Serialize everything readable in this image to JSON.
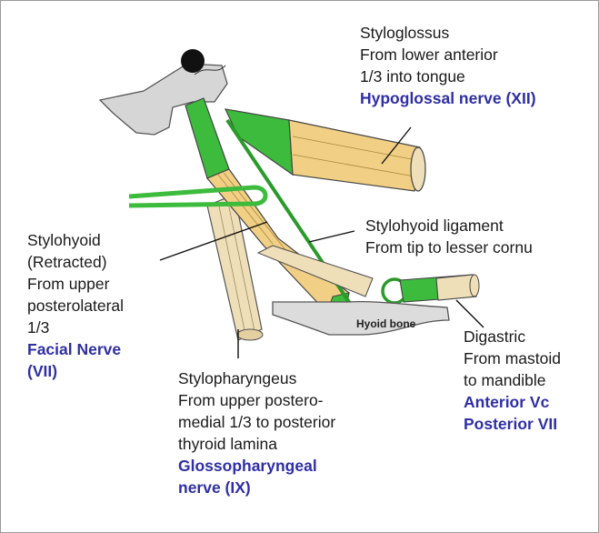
{
  "labels": {
    "styloglossus": {
      "lines": [
        "Styloglossus",
        "From lower anterior",
        "1/3 into tongue"
      ],
      "nerve": "Hypoglossal nerve (XII)"
    },
    "stylohyoid_ligament": {
      "lines": [
        "Stylohyoid ligament",
        "From tip to lesser cornu"
      ]
    },
    "stylohyoid": {
      "lines": [
        "Stylohyoid",
        "(Retracted)",
        "From upper",
        "posterolateral",
        "1/3"
      ],
      "nerve_lines": [
        "Facial Nerve",
        "(VII)"
      ]
    },
    "stylopharyngeus": {
      "lines": [
        "Stylopharyngeus",
        "From upper postero-",
        "medial 1/3 to posterior",
        "thyroid lamina"
      ],
      "nerve_lines": [
        "Glossopharyngeal",
        "nerve (IX)"
      ]
    },
    "digastric": {
      "lines": [
        "Digastric",
        "From mastoid",
        "to mandible"
      ],
      "nerve_lines": [
        "Anterior Vc",
        "Posterior VII"
      ]
    },
    "hyoid_bone": "Hyoid bone"
  },
  "colors": {
    "nerve_text": "#2f2fa6",
    "muscle_green": "#3dbb3d",
    "muscle_tan": "#f1cf85",
    "bone_gray": "#d6d6d6",
    "tendon_beige": "#efdfb8"
  }
}
